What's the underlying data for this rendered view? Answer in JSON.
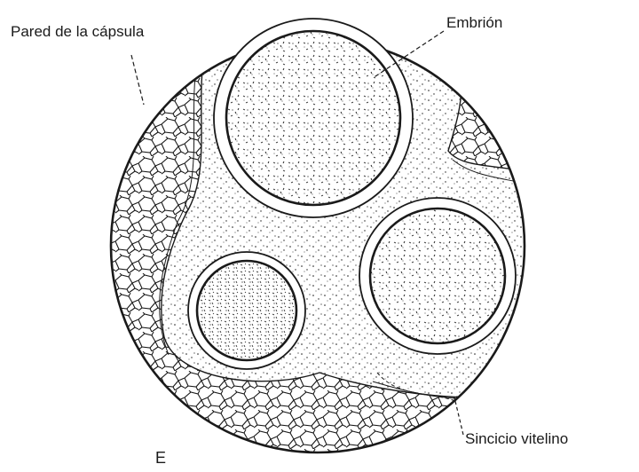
{
  "labels": {
    "capsule_wall": "Pared de la cápsula",
    "embryo": "Embrión",
    "yolk_syncytium": "Sincicio vitelino",
    "panel_letter": "E"
  },
  "colors": {
    "ink": "#1a1a1a",
    "background": "#ffffff"
  }
}
